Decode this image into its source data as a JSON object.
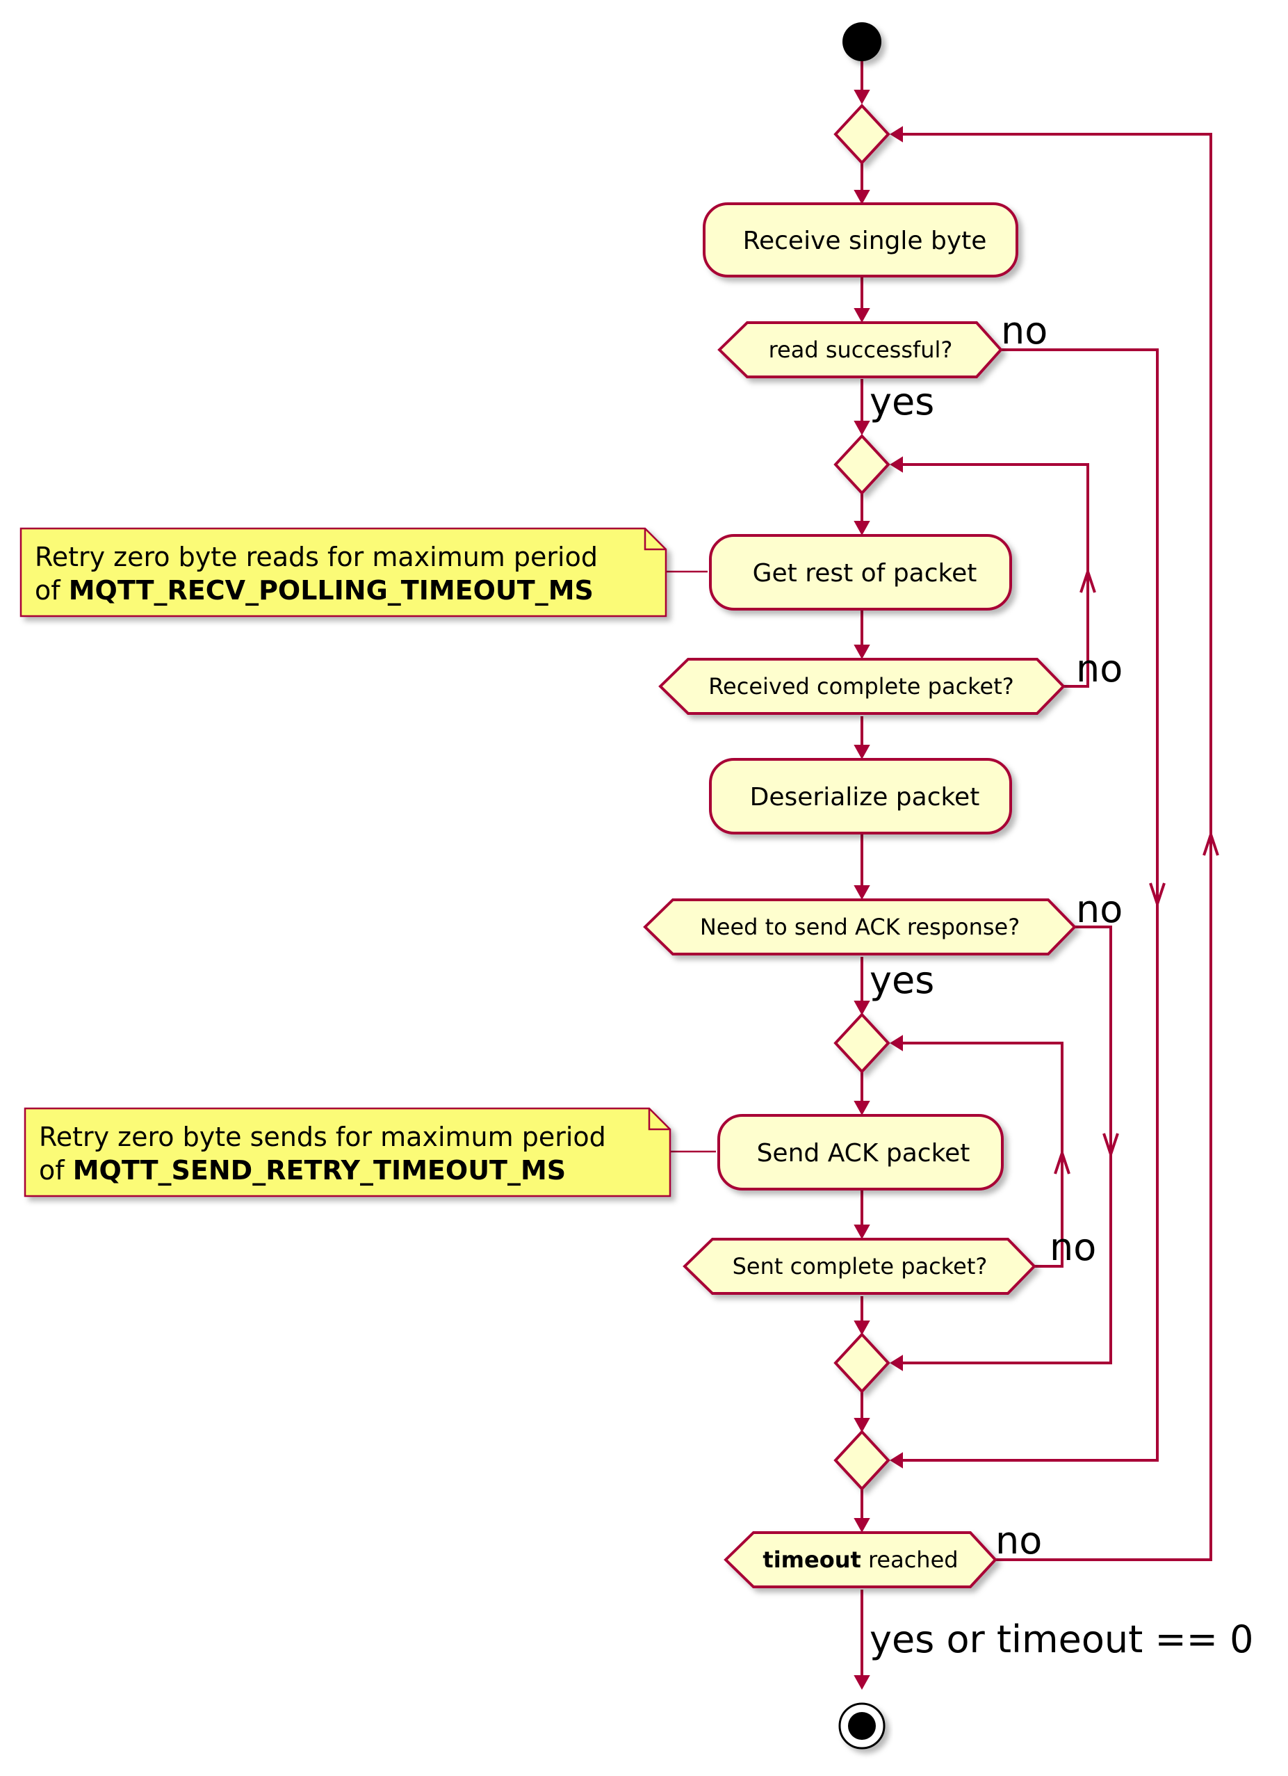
{
  "diagram": {
    "activities": {
      "receive": "Receive single byte",
      "get_rest": "Get rest of packet",
      "deserialize": "Deserialize packet",
      "send_ack": "Send ACK packet"
    },
    "decisions": {
      "read_successful": "read successful?",
      "received_complete": "Received complete packet?",
      "need_ack": "Need to send ACK response?",
      "sent_complete": "Sent complete packet?",
      "timeout_bold": "timeout",
      "timeout_rest": " reached"
    },
    "labels": {
      "yes": "yes",
      "no": "no",
      "final": "yes or timeout == 0"
    },
    "notes": {
      "recv_line1": "Retry zero byte reads for maximum period",
      "recv_of": "of ",
      "recv_const": "MQTT_RECV_POLLING_TIMEOUT_MS",
      "send_line1": "Retry zero byte sends for maximum period",
      "send_of": "of ",
      "send_const": "MQTT_SEND_RETRY_TIMEOUT_MS"
    },
    "colors": {
      "border": "#A80036",
      "activity_fill": "#FEFECE",
      "note_fill": "#FBFB77"
    }
  }
}
